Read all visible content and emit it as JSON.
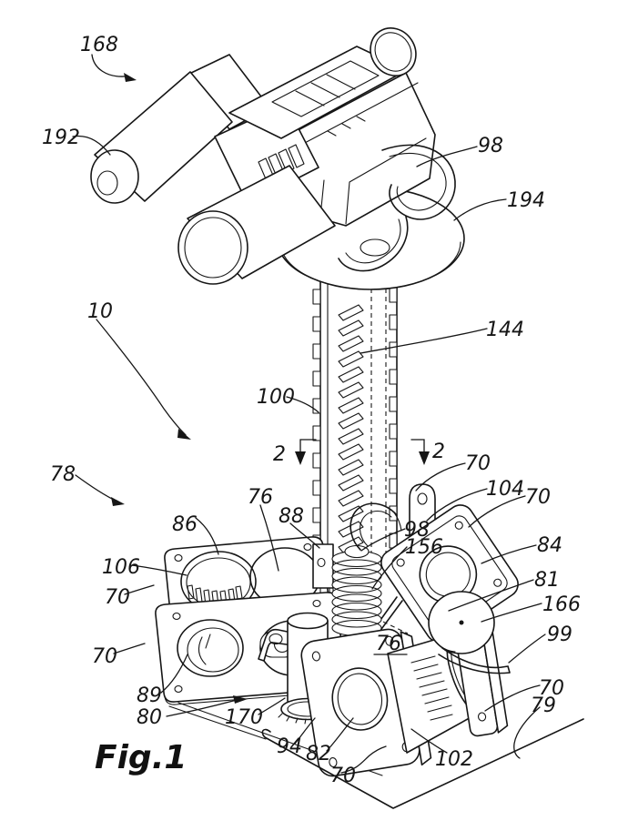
{
  "figure": {
    "caption": "Fig.1",
    "kind": "patent-line-drawing"
  },
  "palette": {
    "ink": "#161616",
    "paper": "#ffffff"
  },
  "labels": {
    "n168": "168",
    "n192": "192",
    "n98_top": "98",
    "n194": "194",
    "n10": "10",
    "n144": "144",
    "n100": "100",
    "n2_left": "2",
    "n2_right": "2",
    "n78": "78",
    "n70_a": "70",
    "n104": "104",
    "n70_b": "70",
    "n86": "86",
    "n76_top": "76",
    "n88": "88",
    "n98_mid": "98",
    "n156": "156",
    "n84": "84",
    "n106": "106",
    "n70_c": "70",
    "n81": "81",
    "n166": "166",
    "n99": "99",
    "n70_d": "70",
    "n89": "89",
    "n80": "80",
    "n170": "170",
    "n76_frame": "76",
    "n94": "94",
    "n82": "82",
    "n102": "102",
    "n70_e": "70",
    "n70_f": "70",
    "n79": "79"
  }
}
